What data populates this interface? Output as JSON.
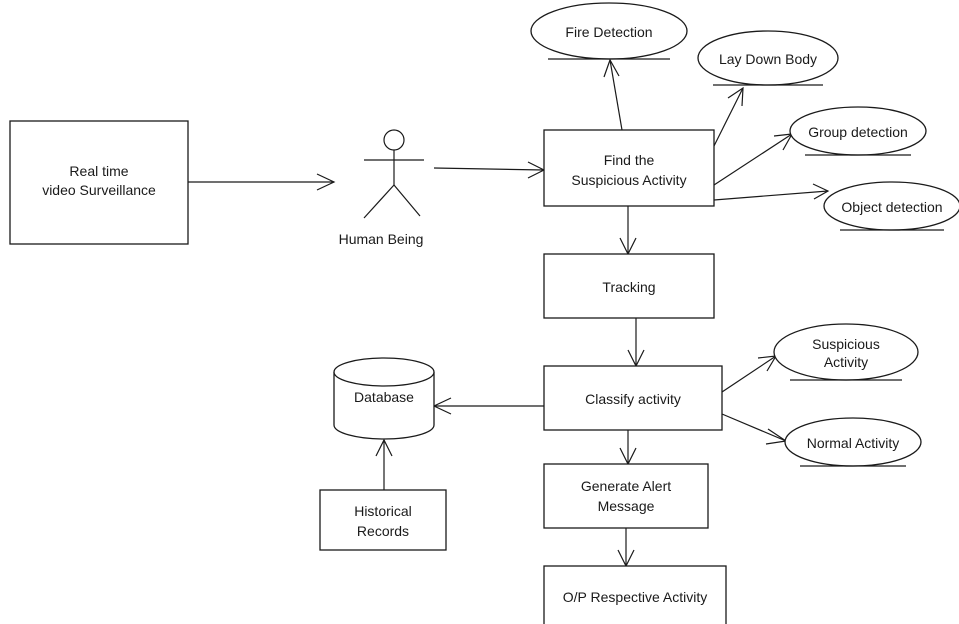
{
  "nodes": {
    "realtime": {
      "lines": [
        "Real time",
        "video Surveillance"
      ]
    },
    "human": {
      "label": "Human Being"
    },
    "find": {
      "lines": [
        "Find the",
        "Suspicious Activity"
      ]
    },
    "fire": {
      "label": "Fire Detection"
    },
    "laydown": {
      "label": "Lay Down Body"
    },
    "group": {
      "label": "Group detection"
    },
    "object": {
      "label": "Object detection"
    },
    "tracking": {
      "label": "Tracking"
    },
    "classify": {
      "label": "Classify activity"
    },
    "database": {
      "label": "Database"
    },
    "historical": {
      "lines": [
        "Historical",
        "Records"
      ]
    },
    "suspicious": {
      "lines": [
        "Suspicious",
        "Activity"
      ]
    },
    "normal": {
      "label": "Normal Activity"
    },
    "alert": {
      "lines": [
        "Generate Alert",
        "Message"
      ]
    },
    "output": {
      "label": "O/P Respective Activity"
    }
  },
  "colors": {
    "stroke": "#1a1a1a",
    "background": "#ffffff"
  }
}
